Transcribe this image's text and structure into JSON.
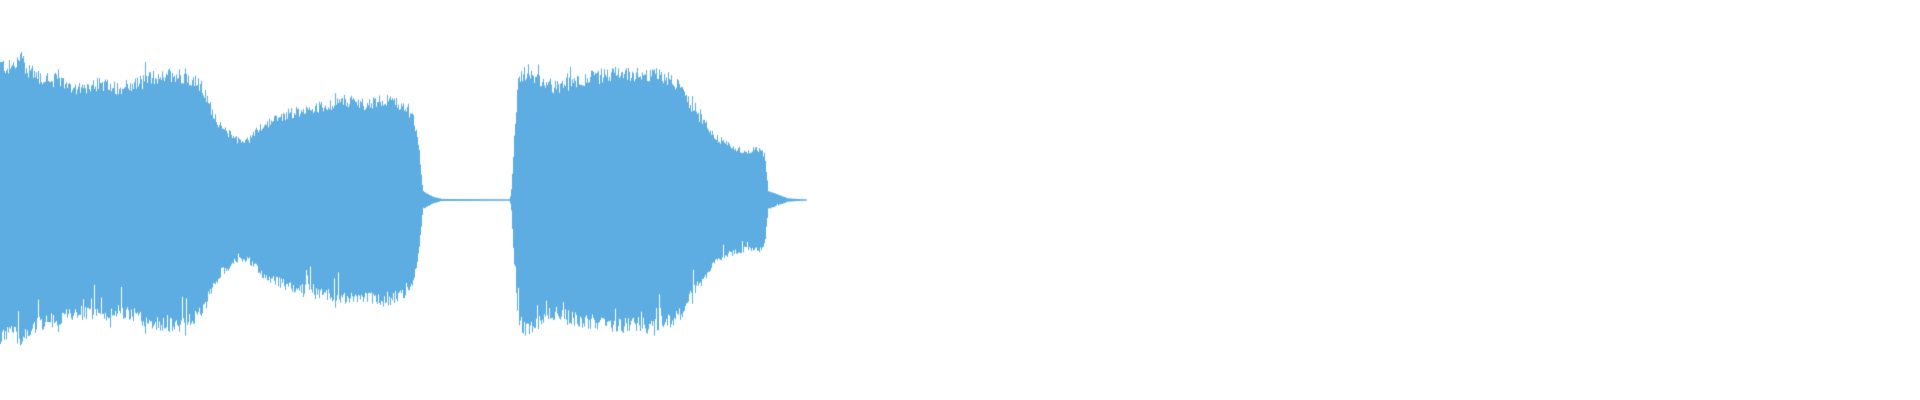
{
  "waveform": {
    "color": "#5dade2",
    "background": "#ffffff",
    "amplitude_envelope": [
      [
        0.0,
        0.75
      ],
      [
        0.005,
        0.73
      ],
      [
        0.01,
        0.77
      ],
      [
        0.015,
        0.72
      ],
      [
        0.02,
        0.68
      ],
      [
        0.03,
        0.66
      ],
      [
        0.04,
        0.62
      ],
      [
        0.045,
        0.63
      ],
      [
        0.05,
        0.64
      ],
      [
        0.06,
        0.62
      ],
      [
        0.07,
        0.64
      ],
      [
        0.08,
        0.68
      ],
      [
        0.09,
        0.7
      ],
      [
        0.1,
        0.67
      ],
      [
        0.105,
        0.62
      ],
      [
        0.11,
        0.5
      ],
      [
        0.115,
        0.4
      ],
      [
        0.12,
        0.36
      ],
      [
        0.125,
        0.32
      ],
      [
        0.13,
        0.34
      ],
      [
        0.135,
        0.4
      ],
      [
        0.14,
        0.43
      ],
      [
        0.15,
        0.48
      ],
      [
        0.16,
        0.5
      ],
      [
        0.17,
        0.52
      ],
      [
        0.18,
        0.55
      ],
      [
        0.19,
        0.53
      ],
      [
        0.2,
        0.56
      ],
      [
        0.21,
        0.52
      ],
      [
        0.215,
        0.45
      ],
      [
        0.218,
        0.3
      ],
      [
        0.22,
        0.05
      ],
      [
        0.225,
        0.02
      ],
      [
        0.23,
        0.005
      ],
      [
        0.265,
        0.0
      ],
      [
        0.266,
        0.03
      ],
      [
        0.268,
        0.4
      ],
      [
        0.27,
        0.68
      ],
      [
        0.275,
        0.72
      ],
      [
        0.28,
        0.66
      ],
      [
        0.29,
        0.62
      ],
      [
        0.3,
        0.66
      ],
      [
        0.31,
        0.68
      ],
      [
        0.32,
        0.7
      ],
      [
        0.33,
        0.69
      ],
      [
        0.34,
        0.7
      ],
      [
        0.35,
        0.66
      ],
      [
        0.355,
        0.62
      ],
      [
        0.36,
        0.52
      ],
      [
        0.365,
        0.45
      ],
      [
        0.37,
        0.38
      ],
      [
        0.375,
        0.32
      ],
      [
        0.38,
        0.3
      ],
      [
        0.385,
        0.28
      ],
      [
        0.39,
        0.27
      ],
      [
        0.395,
        0.28
      ],
      [
        0.398,
        0.25
      ],
      [
        0.4,
        0.05
      ],
      [
        0.405,
        0.03
      ],
      [
        0.41,
        0.01
      ],
      [
        0.415,
        0.005
      ],
      [
        0.42,
        0.0
      ],
      [
        1.0,
        0.0
      ]
    ]
  }
}
